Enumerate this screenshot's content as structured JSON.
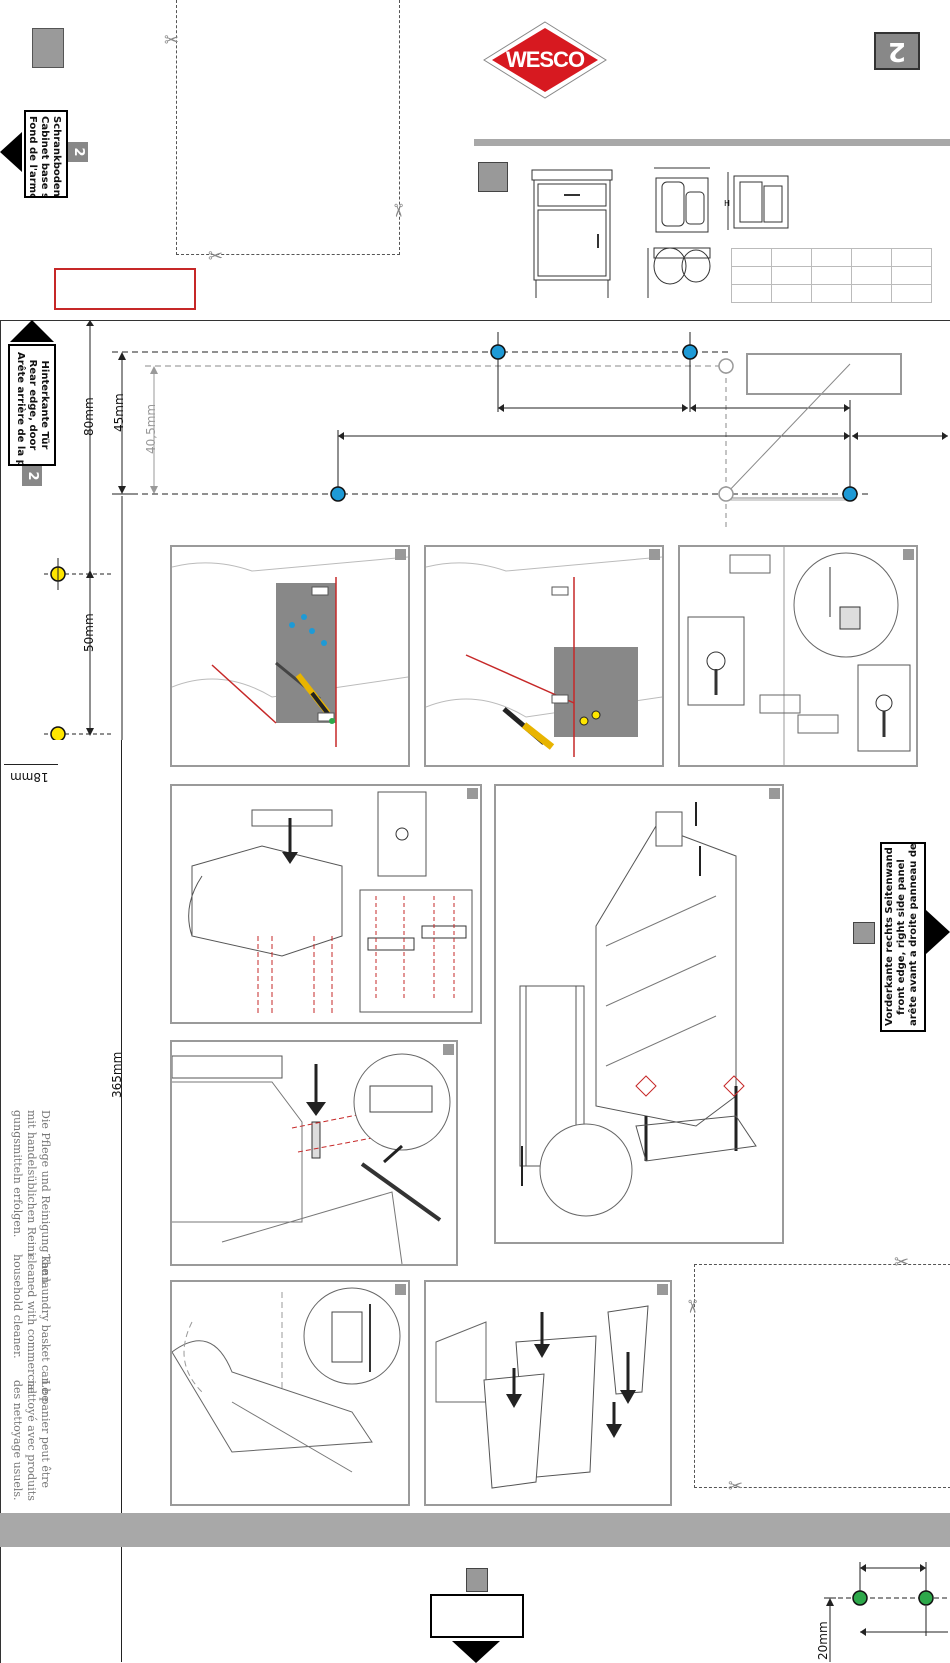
{
  "brand": {
    "logo_text": "WESCO",
    "color": "#d71920"
  },
  "page": {
    "number_badge": "2"
  },
  "labels": {
    "cabinet_base": [
      "Schrankboden",
      "Cabinet base shelf",
      "Fond de l'armoire"
    ],
    "cabinet_base_badge": "2",
    "rear_edge": [
      "Hinterkante Tür",
      "Rear edge, door",
      "Arête arrière de la porte"
    ],
    "rear_edge_badge": "2",
    "right_panel": [
      "Vorderkante rechts Seitenwand",
      "front edge, right side panel",
      "arête avant a droite panneau de côté"
    ]
  },
  "dimensions": {
    "d80": "80mm",
    "d45": "45mm",
    "d40_5": "40,5mm",
    "d50": "50mm",
    "d18": "18mm",
    "d365": "365mm",
    "d20": "20mm"
  },
  "care_text": {
    "de": [
      "Die Pflege und Reinigung kann",
      "mit handelsüblichen Reini-",
      "gungsmitteln erfolgen."
    ],
    "en": [
      "The laundry basket can be",
      "cleaned with commercial",
      "household cleaner."
    ],
    "fr": [
      "Le panier peut être",
      "nettoyé avec produits",
      "des nettoyage usuels."
    ]
  },
  "colors": {
    "accent_red": "#d71920",
    "mark_blue": "#1e9ad6",
    "mark_yellow": "#ffe600",
    "mark_green": "#2da84a",
    "gray_band": "#a8a8a8"
  }
}
